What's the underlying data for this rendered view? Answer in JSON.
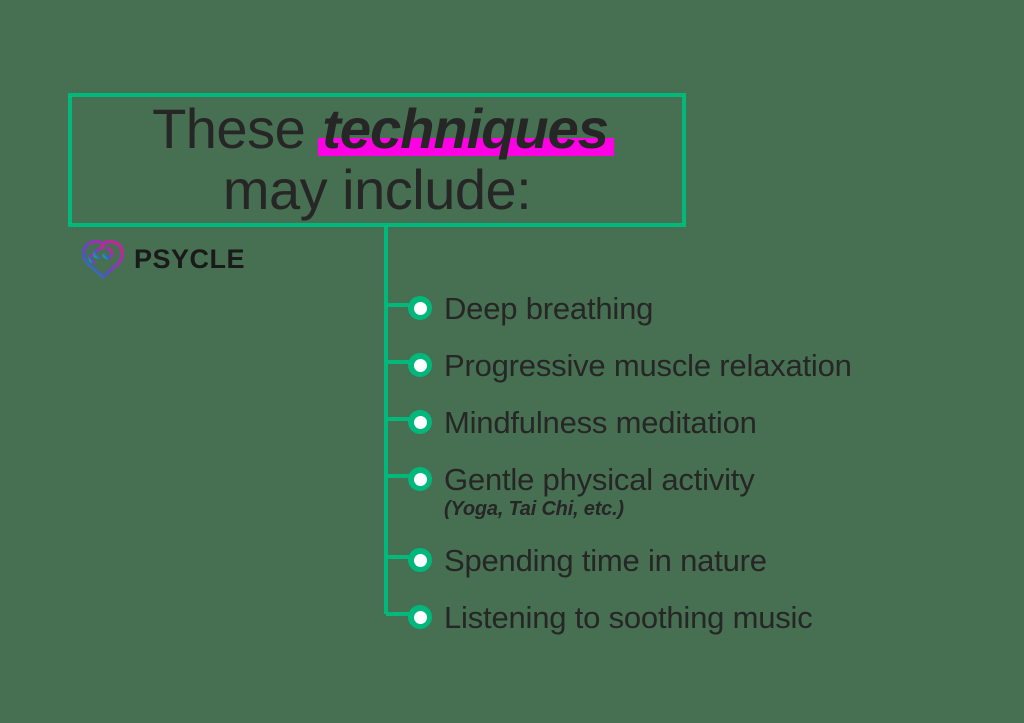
{
  "theme": {
    "background_color": "#476f52",
    "accent_green": "#00b87c",
    "highlight_magenta": "#ff00e5",
    "text_color": "#262626"
  },
  "heading": {
    "line1_prefix": "These",
    "line1_highlight": "techniques",
    "line2": "may include:"
  },
  "logo": {
    "icon": "brain-gradient-icon",
    "wordmark": "PSYCLE"
  },
  "list": {
    "items": [
      {
        "label": "Deep breathing",
        "sub": ""
      },
      {
        "label": "Progressive muscle relaxation",
        "sub": ""
      },
      {
        "label": "Mindfulness meditation",
        "sub": ""
      },
      {
        "label": "Gentle physical activity",
        "sub": "(Yoga, Tai Chi, etc.)"
      },
      {
        "label": "Spending time in nature",
        "sub": ""
      },
      {
        "label": "Listening to soothing music",
        "sub": ""
      }
    ]
  }
}
